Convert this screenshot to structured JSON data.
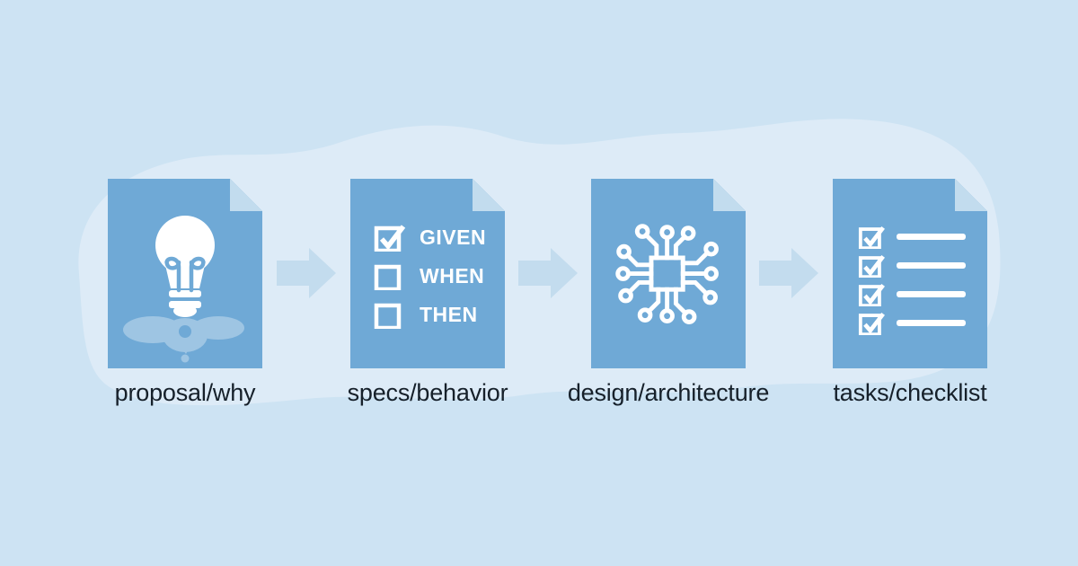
{
  "diagram": {
    "type": "workflow-flow-diagram",
    "stages": [
      {
        "label": "proposal/why",
        "icon": "lightbulb-question",
        "overlay_glyph": "?"
      },
      {
        "label": "specs/behavior",
        "icon": "spec-checkboxes",
        "checkboxes": [
          {
            "label": "GIVEN",
            "checked": true
          },
          {
            "label": "WHEN",
            "checked": false
          },
          {
            "label": "THEN",
            "checked": false
          }
        ]
      },
      {
        "label": "design/architecture",
        "icon": "circuit-chip"
      },
      {
        "label": "tasks/checklist",
        "icon": "checked-task-list",
        "checked_items": 4
      }
    ],
    "connectors": [
      {
        "icon": "arrow-right"
      },
      {
        "icon": "arrow-right"
      },
      {
        "icon": "arrow-right"
      }
    ]
  },
  "colors": {
    "background": "#cde3f3",
    "blob": "#ddebf7",
    "document": "#6fa9d6",
    "fold": "#c2dcee",
    "arrow": "#c3dcee",
    "icon_white": "#ffffff",
    "label_text": "#16202a"
  }
}
